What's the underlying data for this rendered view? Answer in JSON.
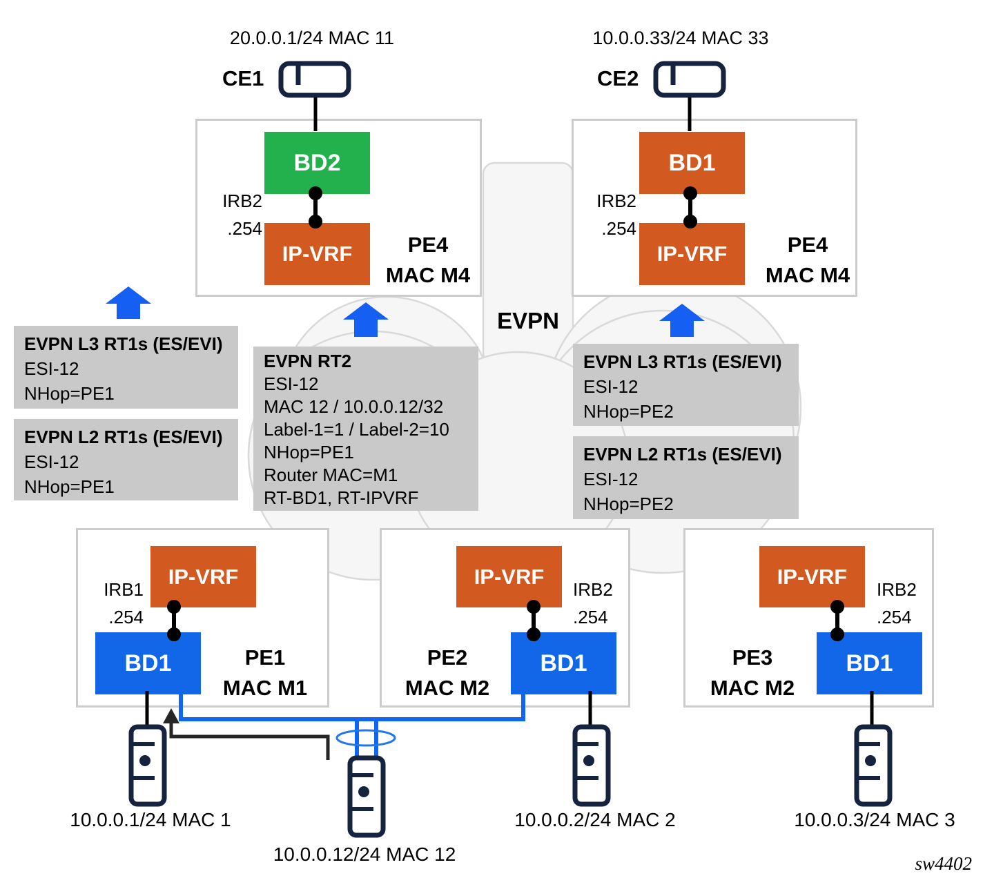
{
  "figure": {
    "id": "sw4402",
    "cloud_label": "EVPN"
  },
  "ces": {
    "ce1": {
      "name": "CE1",
      "address": "20.0.0.1/24 MAC 11"
    },
    "ce2": {
      "name": "CE2",
      "address": "10.0.0.33/24 MAC 33"
    }
  },
  "pes": {
    "pe4_left": {
      "name": "PE4",
      "mac": "MAC M4",
      "bd": "BD2",
      "vrf": "IP-VRF",
      "irb": "IRB2",
      "irb_ip": ".254"
    },
    "pe4_right": {
      "name": "PE4",
      "mac": "MAC M4",
      "bd": "BD1",
      "vrf": "IP-VRF",
      "irb": "IRB2",
      "irb_ip": ".254"
    },
    "pe1": {
      "name": "PE1",
      "mac": "MAC M1",
      "bd": "BD1",
      "vrf": "IP-VRF",
      "irb": "IRB1",
      "irb_ip": ".254"
    },
    "pe2": {
      "name": "PE2",
      "mac": "MAC M2",
      "bd": "BD1",
      "vrf": "IP-VRF",
      "irb": "IRB2",
      "irb_ip": ".254"
    },
    "pe3": {
      "name": "PE3",
      "mac": "MAC M2",
      "bd": "BD1",
      "vrf": "IP-VRF",
      "irb": "IRB2",
      "irb_ip": ".254"
    }
  },
  "route_boxes": {
    "left_l3": {
      "title": "EVPN L3 RT1s (ES/EVI)",
      "lines": [
        "ESI-12",
        "NHop=PE1"
      ]
    },
    "left_l2": {
      "title": "EVPN L2 RT1s (ES/EVI)",
      "lines": [
        "ESI-12",
        "NHop=PE1"
      ]
    },
    "center_rt2": {
      "title": "EVPN RT2",
      "lines": [
        "ESI-12",
        "MAC 12 / 10.0.0.12/32",
        "Label-1=1 / Label-2=10",
        "NHop=PE1",
        "Router MAC=M1",
        "RT-BD1, RT-IPVRF"
      ]
    },
    "right_l3": {
      "title": "EVPN L3 RT1s (ES/EVI)",
      "lines": [
        "ESI-12",
        "NHop=PE2"
      ]
    },
    "right_l2": {
      "title": "EVPN L2 RT1s (ES/EVI)",
      "lines": [
        "ESI-12",
        "NHop=PE2"
      ]
    }
  },
  "hosts": {
    "host1": {
      "label": "10.0.0.1/24 MAC 1"
    },
    "host12": {
      "label": "10.0.0.12/24 MAC 12"
    },
    "host2": {
      "label": "10.0.0.2/24 MAC 2"
    },
    "host3": {
      "label": "10.0.0.3/24 MAC 3"
    }
  },
  "icons": {
    "ce_icon": "rounded-rect network device",
    "host_icon": "server tower with dot",
    "up_arrow_icon": "solid blue block arrow up",
    "ethernet_segment_icon": "blue ellipse around dual links",
    "traffic_arrow_icon": "black elbow arrow up"
  },
  "colors": {
    "bd_blue": "#1167e8",
    "bd_green": "#22b14c",
    "vrf_orange": "#d2591f",
    "arrow_blue": "#155ff2",
    "link_blue": "#0f66f0",
    "route_box_gray": "#c9c9c9",
    "device_navy": "#16233f",
    "cloud_fill": "#f6f6f6",
    "cloud_stroke": "#d9d9d9",
    "pe_border_gray": "#cccccc"
  }
}
